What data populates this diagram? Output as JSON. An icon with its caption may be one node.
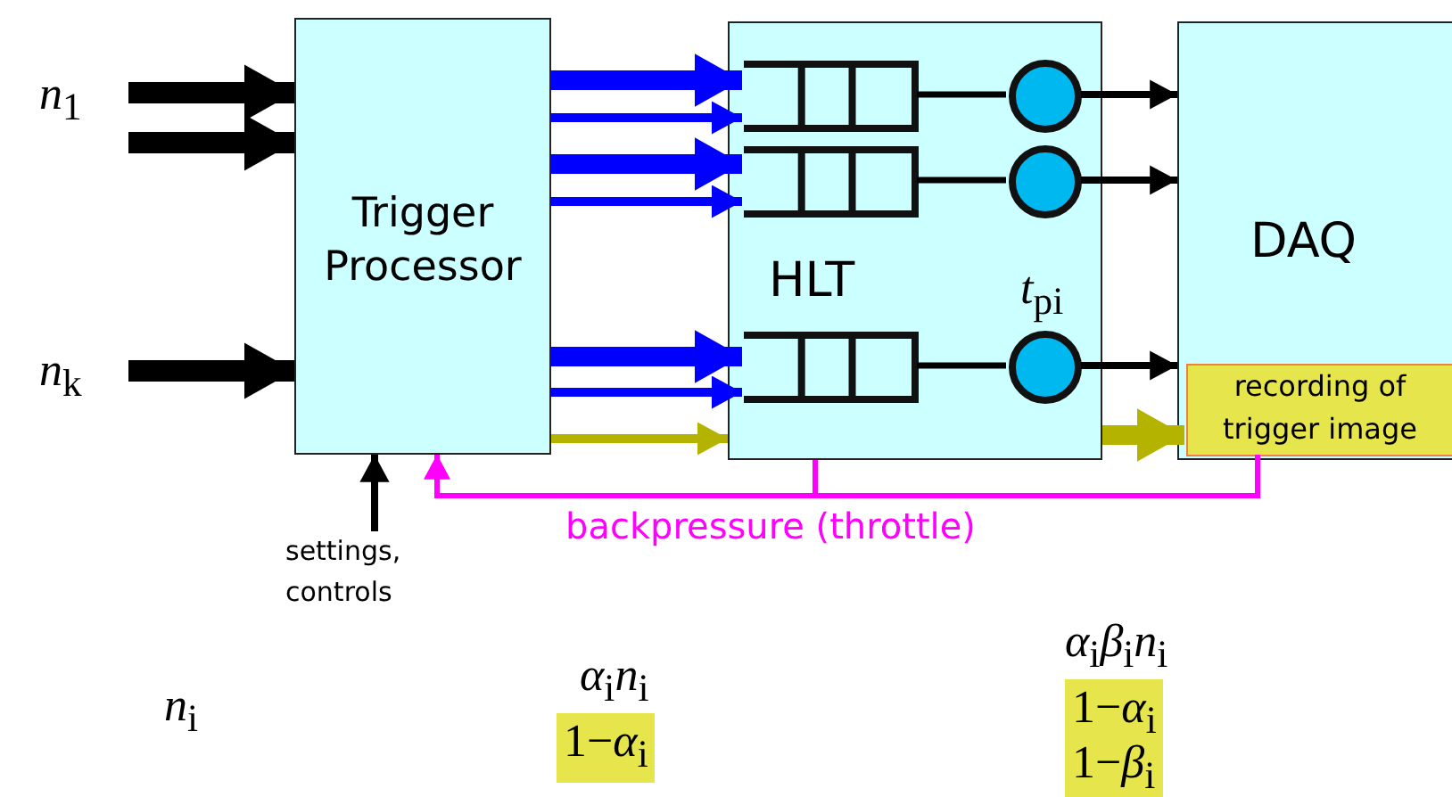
{
  "diagram": {
    "nodes": [
      {
        "text": [
          "*n*$_{1}$"
        ]
      },
      {
        "text": [
          "*n*$_{k}$"
        ]
      },
      {
        "text": [
          "Trigger Processor"
        ]
      },
      {
        "text": [
          "HLT"
        ]
      },
      {
        "text": [],
        "shape": "box",
        "in": 3
      },
      {
        "text": [],
        "shape": "box",
        "in": 3
      },
      {
        "text": [],
        "shape": "box",
        "in": 3
      },
      {
        "text": [],
        "shape": "circle",
        "in": 3
      },
      {
        "text": [],
        "shape": "circle",
        "in": 3
      },
      {
        "text": [],
        "shape": "circle",
        "in": 3
      },
      {
        "text": [
          "DAQ"
        ]
      },
      {
        "text": [
          "recording of trigger image"
        ],
        "in": 10
      },
      {
        "text": [
          "settings, controls"
        ]
      }
    ],
    "edges": [
      {
        "from": 0,
        "to": 2,
        "arrow": "to",
        "style": "thick"
      },
      {
        "from": 0,
        "to": 2,
        "arrow": "to",
        "style": "thick"
      },
      {
        "from": 1,
        "to": 2,
        "arrow": "to",
        "style": "thick"
      },
      {
        "from": 2,
        "to": 4,
        "arrow": "to",
        "style": "thick",
        "color": "#0000ff"
      },
      {
        "from": 2,
        "to": 4,
        "arrow": "to",
        "color": "#0000ff"
      },
      {
        "from": 2,
        "to": 5,
        "arrow": "to",
        "style": "thick",
        "color": "#0000ff"
      },
      {
        "from": 2,
        "to": 5,
        "arrow": "to",
        "color": "#0000ff"
      },
      {
        "from": 2,
        "to": 6,
        "arrow": "to",
        "style": "thick",
        "color": "#0000ff"
      },
      {
        "from": 2,
        "to": 6,
        "arrow": "to",
        "color": "#0000ff"
      },
      {
        "from": 2,
        "to": 3,
        "arrow": "to",
        "color": "#b3b300"
      },
      {
        "from": 4,
        "to": 7,
        "arrow": "none"
      },
      {
        "from": 5,
        "to": 8,
        "arrow": "none"
      },
      {
        "from": 6,
        "to": 9,
        "arrow": "none"
      },
      {
        "from": 7,
        "to": 10,
        "arrow": "to"
      },
      {
        "from": 8,
        "to": 10,
        "arrow": "to"
      },
      {
        "from": 9,
        "to": 10,
        "arrow": "to"
      },
      {
        "from": 3,
        "to": 11,
        "arrow": "to",
        "style": "thick",
        "color": "#b3b300"
      },
      {
        "from": 12,
        "to": 2,
        "arrow": "to"
      },
      {
        "from": 11,
        "to": 2,
        "arrow": "to",
        "label": "backpressure (throttle)",
        "color": "#ff00ff"
      },
      {
        "from": 3,
        "to": 2,
        "arrow": "to",
        "color": "#ff00ff"
      }
    ],
    "labels": [
      "*t*$_{pi}$",
      "*n*$_{i}$",
      "*α*$_{i}$*n*$_{i}$",
      "1−*α*$_{i}$",
      "*α*$_{i}$*β*$_{i}$*n*$_{i}$",
      "1−*α*$_{i}$",
      "1−*β*$_{i}$"
    ]
  }
}
